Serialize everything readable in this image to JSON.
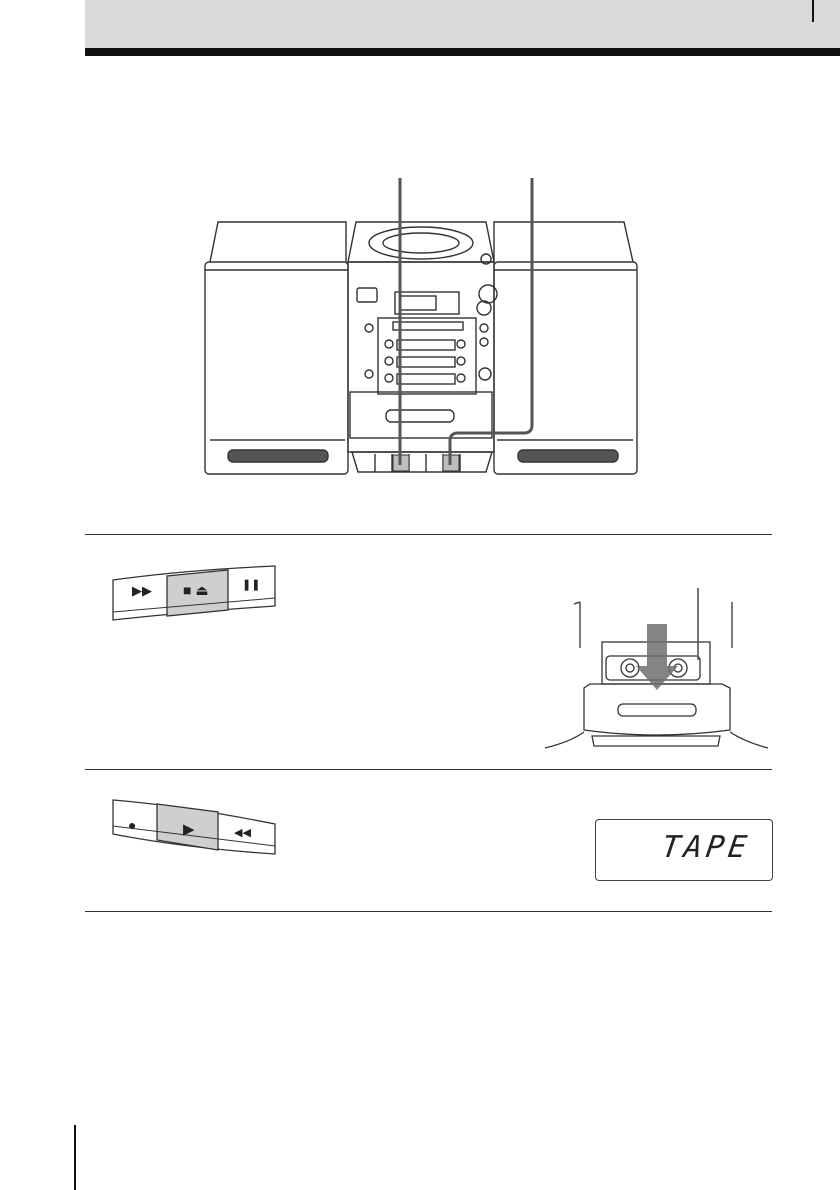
{
  "figure2": {
    "buttons": [
      {
        "name": "ffwd",
        "glyph": "▶▶",
        "highlighted": false
      },
      {
        "name": "stop-eject",
        "glyph": "■ ⏏",
        "highlighted": true
      },
      {
        "name": "pause",
        "glyph": "❚❚",
        "highlighted": false
      }
    ]
  },
  "figure3": {
    "buttons": [
      {
        "name": "record",
        "glyph": "●",
        "highlighted": false
      },
      {
        "name": "play",
        "glyph": "▶",
        "highlighted": true
      },
      {
        "name": "rewind",
        "glyph": "◀◀",
        "highlighted": false
      }
    ],
    "display_text": "TAPE"
  },
  "colors": {
    "header_band": "#d9d9d9",
    "highlight": "#cfcfcf",
    "ink": "#222222"
  }
}
